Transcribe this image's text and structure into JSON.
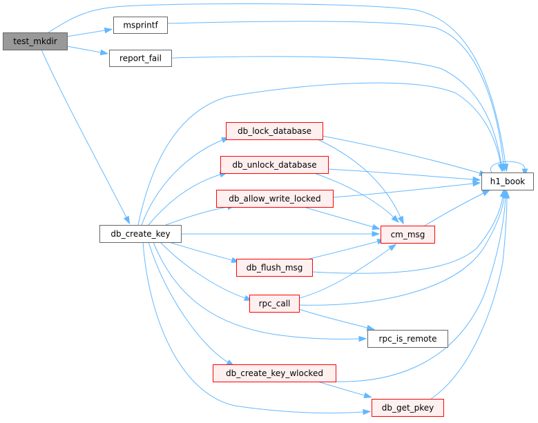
{
  "diagram": {
    "type": "call-graph",
    "colors": {
      "edge": "#63b8ff",
      "root_fill": "#999999",
      "root_stroke": "#666666",
      "plain_fill": "#ffffff",
      "plain_stroke": "#666666",
      "highlight_fill": "#fff0f0",
      "highlight_stroke": "#ff0000"
    },
    "nodes": [
      {
        "id": "test_mkdir",
        "label": "test_mkdir",
        "style": "root"
      },
      {
        "id": "msprintf",
        "label": "msprintf",
        "style": "plain"
      },
      {
        "id": "report_fail",
        "label": "report_fail",
        "style": "plain"
      },
      {
        "id": "db_create_key",
        "label": "db_create_key",
        "style": "plain"
      },
      {
        "id": "db_lock_database",
        "label": "db_lock_database",
        "style": "highlight"
      },
      {
        "id": "db_unlock_database",
        "label": "db_unlock_database",
        "style": "highlight"
      },
      {
        "id": "db_allow_write_locked",
        "label": "db_allow_write_locked",
        "style": "highlight"
      },
      {
        "id": "cm_msg",
        "label": "cm_msg",
        "style": "highlight"
      },
      {
        "id": "db_flush_msg",
        "label": "db_flush_msg",
        "style": "highlight"
      },
      {
        "id": "rpc_call",
        "label": "rpc_call",
        "style": "highlight"
      },
      {
        "id": "rpc_is_remote",
        "label": "rpc_is_remote",
        "style": "plain"
      },
      {
        "id": "db_create_key_wlocked",
        "label": "db_create_key_wlocked",
        "style": "highlight"
      },
      {
        "id": "db_get_pkey",
        "label": "db_get_pkey",
        "style": "highlight"
      },
      {
        "id": "h1_book",
        "label": "h1_book",
        "style": "plain"
      }
    ],
    "edges": [
      [
        "test_mkdir",
        "msprintf"
      ],
      [
        "test_mkdir",
        "report_fail"
      ],
      [
        "test_mkdir",
        "h1_book"
      ],
      [
        "test_mkdir",
        "db_create_key"
      ],
      [
        "msprintf",
        "h1_book"
      ],
      [
        "report_fail",
        "h1_book"
      ],
      [
        "db_create_key",
        "db_lock_database"
      ],
      [
        "db_create_key",
        "db_unlock_database"
      ],
      [
        "db_create_key",
        "db_allow_write_locked"
      ],
      [
        "db_create_key",
        "cm_msg"
      ],
      [
        "db_create_key",
        "db_flush_msg"
      ],
      [
        "db_create_key",
        "rpc_call"
      ],
      [
        "db_create_key",
        "rpc_is_remote"
      ],
      [
        "db_create_key",
        "db_create_key_wlocked"
      ],
      [
        "db_create_key",
        "db_get_pkey"
      ],
      [
        "db_create_key",
        "h1_book"
      ],
      [
        "db_lock_database",
        "h1_book"
      ],
      [
        "db_lock_database",
        "cm_msg"
      ],
      [
        "db_unlock_database",
        "h1_book"
      ],
      [
        "db_unlock_database",
        "cm_msg"
      ],
      [
        "db_allow_write_locked",
        "h1_book"
      ],
      [
        "db_allow_write_locked",
        "cm_msg"
      ],
      [
        "cm_msg",
        "h1_book"
      ],
      [
        "db_flush_msg",
        "cm_msg"
      ],
      [
        "db_flush_msg",
        "h1_book"
      ],
      [
        "rpc_call",
        "cm_msg"
      ],
      [
        "rpc_call",
        "h1_book"
      ],
      [
        "rpc_call",
        "rpc_is_remote"
      ],
      [
        "db_create_key_wlocked",
        "db_get_pkey"
      ],
      [
        "db_create_key_wlocked",
        "h1_book"
      ],
      [
        "db_get_pkey",
        "h1_book"
      ],
      [
        "h1_book",
        "h1_book"
      ]
    ]
  }
}
